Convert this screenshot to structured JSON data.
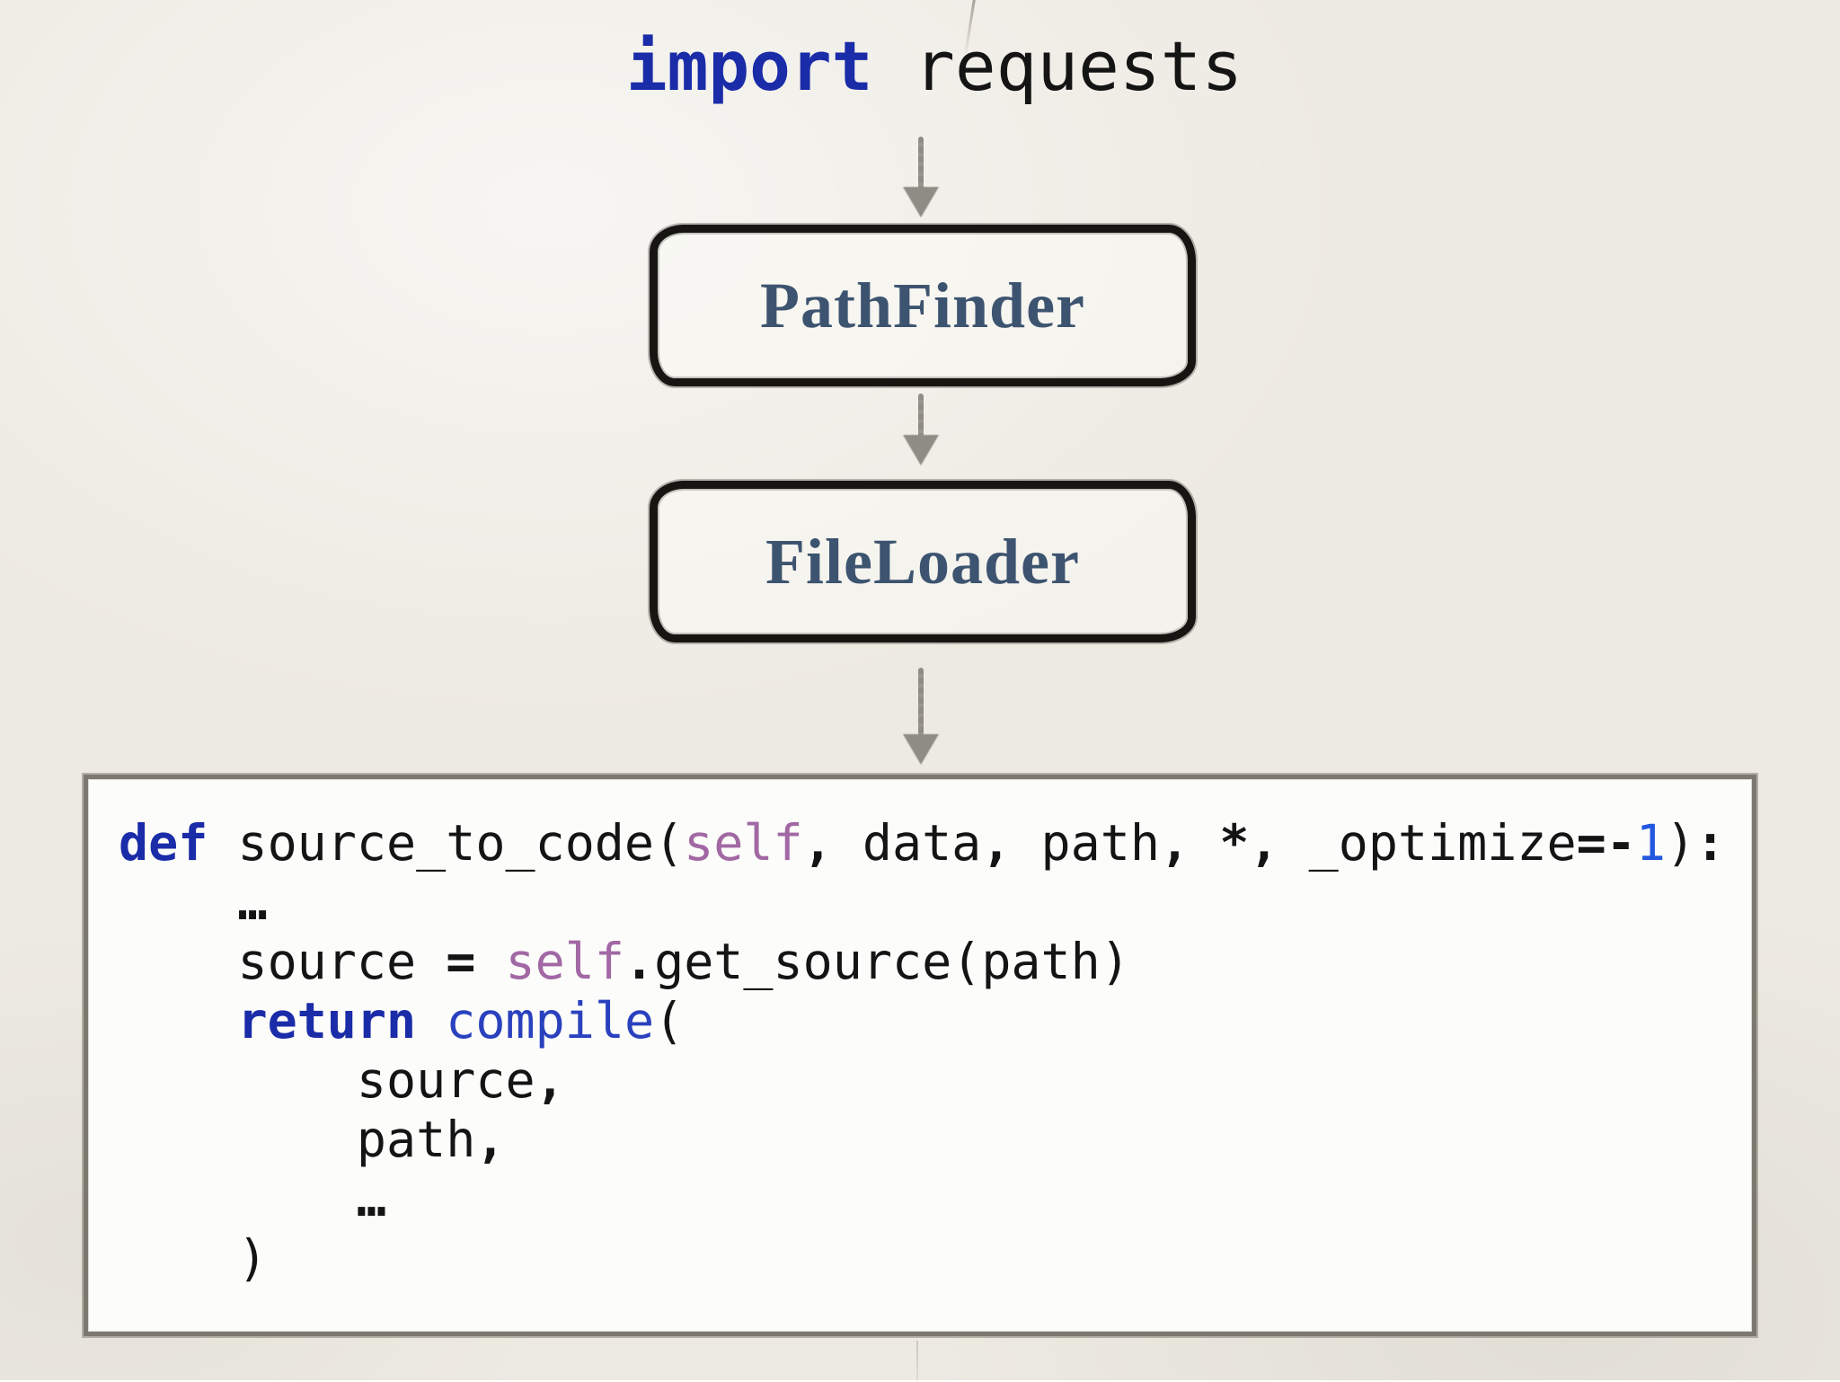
{
  "title": {
    "keyword": "import",
    "module": " requests"
  },
  "flow": {
    "boxes": [
      {
        "label": "PathFinder"
      },
      {
        "label": "FileLoader"
      }
    ]
  },
  "code": {
    "lines": [
      [
        {
          "c": "kw",
          "t": "def"
        },
        {
          "c": "pl",
          "t": " source_to_code("
        },
        {
          "c": "self",
          "t": "self"
        },
        {
          "c": "op",
          "t": ","
        },
        {
          "c": "pl",
          "t": " data"
        },
        {
          "c": "op",
          "t": ","
        },
        {
          "c": "pl",
          "t": " path"
        },
        {
          "c": "op",
          "t": ","
        },
        {
          "c": "pl",
          "t": " "
        },
        {
          "c": "op",
          "t": "*,"
        },
        {
          "c": "pl",
          "t": " _optimize"
        },
        {
          "c": "op",
          "t": "=-"
        },
        {
          "c": "num",
          "t": "1"
        },
        {
          "c": "pl",
          "t": ")"
        },
        {
          "c": "op",
          "t": ":"
        }
      ],
      [
        {
          "c": "pl",
          "t": "    "
        },
        {
          "c": "op",
          "t": "…"
        }
      ],
      [
        {
          "c": "pl",
          "t": "    source "
        },
        {
          "c": "op",
          "t": "="
        },
        {
          "c": "pl",
          "t": " "
        },
        {
          "c": "self",
          "t": "self"
        },
        {
          "c": "op",
          "t": "."
        },
        {
          "c": "pl",
          "t": "get_source(path)"
        }
      ],
      [
        {
          "c": "pl",
          "t": "    "
        },
        {
          "c": "kw",
          "t": "return"
        },
        {
          "c": "pl",
          "t": " "
        },
        {
          "c": "bi",
          "t": "compile"
        },
        {
          "c": "pl",
          "t": "("
        }
      ],
      [
        {
          "c": "pl",
          "t": "        source"
        },
        {
          "c": "op",
          "t": ","
        }
      ],
      [
        {
          "c": "pl",
          "t": "        path"
        },
        {
          "c": "op",
          "t": ","
        }
      ],
      [
        {
          "c": "pl",
          "t": "        "
        },
        {
          "c": "op",
          "t": "…"
        }
      ],
      [
        {
          "c": "pl",
          "t": "    )"
        }
      ]
    ]
  },
  "colors": {
    "paper": "#edeae2",
    "codebg": "#fcfcfa",
    "ink": "#171512",
    "grayborder": "#7b786f",
    "arrow": "#8f8c85",
    "label": "#3d5470",
    "kw": "#1a2ca8",
    "bi": "#2a41be",
    "self": "#a168a4",
    "num": "#2257e0",
    "op": "#141414",
    "pl": "#141414"
  }
}
